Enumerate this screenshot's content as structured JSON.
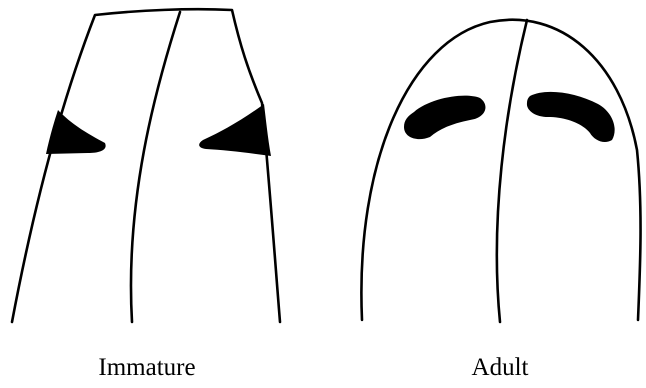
{
  "panels": [
    {
      "label": "Immature",
      "mark_shape": "triangular-spot"
    },
    {
      "label": "Adult",
      "mark_shape": "crescent-spot"
    }
  ],
  "colors": {
    "outline": "#000000",
    "marks": "#000000",
    "background": "#ffffff"
  }
}
